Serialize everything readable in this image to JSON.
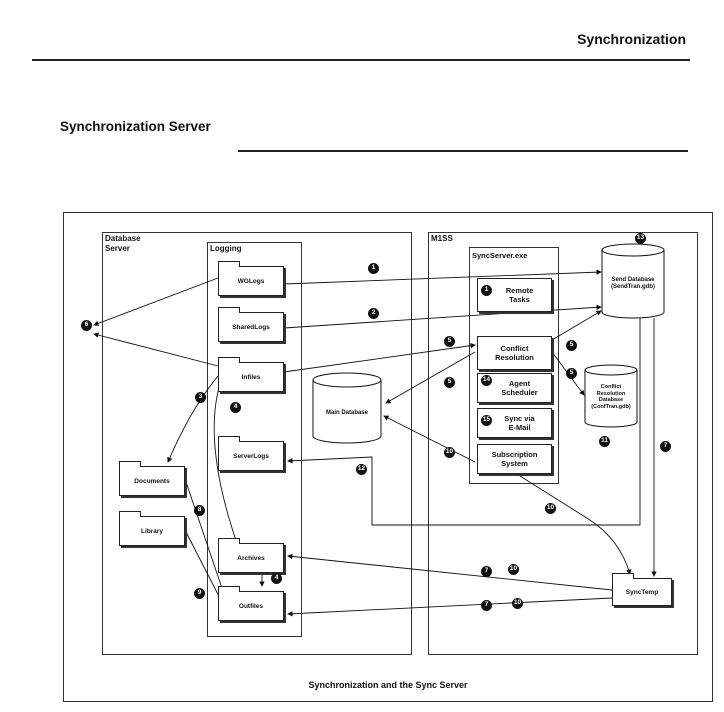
{
  "header": {
    "title": "Synchronization"
  },
  "section": {
    "title": "Synchronization Server"
  },
  "diagram": {
    "panels": {
      "database_server": "Database\nServer",
      "logging": "Logging",
      "m1ss": "M1SS",
      "syncserver": "SyncServer.exe"
    },
    "folders": {
      "wglogs": "WGLogs",
      "sharedlogs": "SharedLogs",
      "infiles": "Infiles",
      "serverlogs": "ServerLogs",
      "archives": "Archives",
      "outfiles": "Outfiles",
      "documents": "Documents",
      "library": "Library",
      "synctemp": "SyncTemp"
    },
    "components": {
      "remote_tasks": "Remote\nTasks",
      "conflict_resolution": "Conflict\nResolution",
      "agent_scheduler": "Agent\nScheduler",
      "sync_email": "Sync via\nE-Mail",
      "subscription": "Subscription\nSystem"
    },
    "databases": {
      "send_db": "Send Database\n(SendTran.gdb)",
      "main_db": "Main Database",
      "conflict_db": "Conflict\nResolution\nDatabase\n(ConfTran.gdb)"
    },
    "badges": [
      "1",
      "2",
      "3",
      "4",
      "5",
      "6",
      "7",
      "8",
      "9",
      "10",
      "11",
      "12",
      "13",
      "14",
      "15"
    ],
    "caption": "Synchronization and the Sync Server"
  }
}
